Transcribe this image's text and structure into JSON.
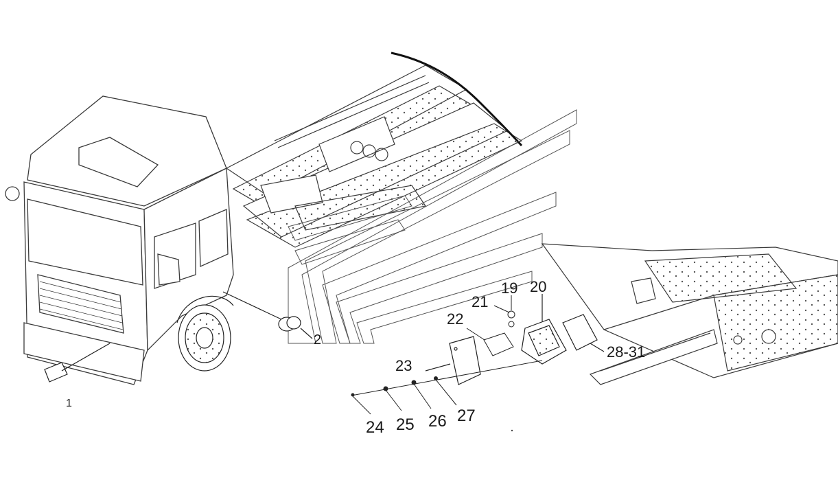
{
  "callouts": [
    {
      "id": "c1",
      "text": "1"
    },
    {
      "id": "c2",
      "text": "2"
    },
    {
      "id": "c19",
      "text": "19"
    },
    {
      "id": "c20",
      "text": "20"
    },
    {
      "id": "c21",
      "text": "21"
    },
    {
      "id": "c22",
      "text": "22"
    },
    {
      "id": "c23",
      "text": "23"
    },
    {
      "id": "c24",
      "text": "24"
    },
    {
      "id": "c25",
      "text": "25"
    },
    {
      "id": "c26",
      "text": "26"
    },
    {
      "id": "c27",
      "text": "27"
    },
    {
      "id": "c2831",
      "text": "28-31"
    }
  ],
  "colors": {
    "line": "#3a3a3a",
    "fill": "#ffffff",
    "ink": "#111111"
  }
}
